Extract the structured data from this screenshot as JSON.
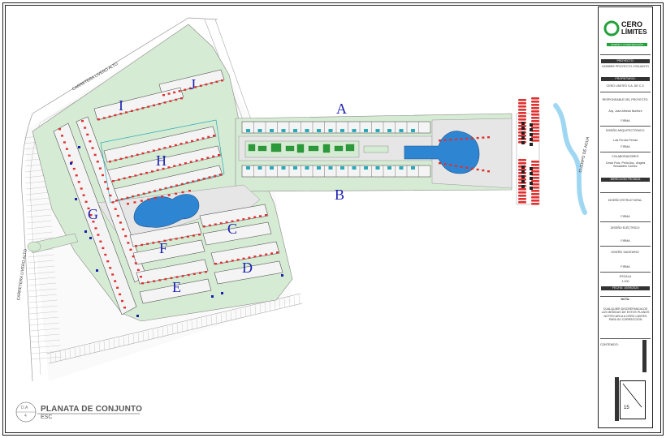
{
  "title": {
    "main": "PLANATA DE CONJUNTO",
    "scale": "ESC",
    "bubble_top": "D.A",
    "bubble_bottom": "4"
  },
  "blocks": {
    "A": "A",
    "B": "B",
    "C": "C",
    "D": "D",
    "E": "E",
    "F": "F",
    "G": "G",
    "H": "H",
    "I": "I",
    "J": "J"
  },
  "roads": {
    "top": "CARRETERA LIVERO ALTO",
    "left": "CARRETERA LIVERO ALTO",
    "river": "CUERPO DE AGUA"
  },
  "title_block": {
    "company_line1": "CERO",
    "company_line2": "LÍMITES",
    "company_tagline": "DISEÑO Y CONSTRUCCIÓN",
    "proyecto_label": "PROYECTO:",
    "proyecto_text": "NOMBRE PROYECTO CONJUNTO",
    "propietario_label": "PROPIETARIO:",
    "propietario_text": "CERO LIMITES S.A. DE C.V.",
    "responsable_label": "RESPONSABLE DEL PROYECTO:",
    "responsable_text": "Arq. Jose Alfredo Nombre",
    "firma_label": "FIRMA",
    "diseno_label": "DISEÑO ARQUITECTÓNICO:",
    "diseno_text": "Luis Fernán Ferrari",
    "firma2_label": "FIRMA",
    "colaboradores_label": "COLABORADORES:",
    "colaboradores_text": "Cesar Ruiz, Perla Arq., Angela Benavides Gómez",
    "direccion_label": "DIRECCIÓN TÉCNICA",
    "estructural_label": "DISEÑO ESTRUCTURAL:",
    "firma3_label": "FIRMA",
    "electrico_label": "DISEÑO ELÉCTRICO:",
    "firma4_label": "FIRMA",
    "sanitario_label": "DISEÑO SANITARIO:",
    "firma5_label": "FIRMA",
    "escala_label": "ESCALA",
    "escala_value": "1:100",
    "fecha_label": "FECHA: 10/09/2024",
    "nota_label": "NOTA:",
    "nota_text": "CUALQUIER DISCREPANCIA DE LAS MEDIDAS DE ESTOS PLANOS NOTIFICARLA A CERO LIMITES PARA SU CORRECCIÓN",
    "contenido_label": "CONTENIDO:",
    "sheet_number": "15"
  },
  "colors": {
    "green_area": "#d6ebd3",
    "plaza": "#e6e6e6",
    "pool": "#2e86d3",
    "building_fill": "#f4f4f4",
    "red_marks": "#e03030",
    "blue_marks": "#1a1fb0",
    "letters": "#1a1fb0",
    "logo_green": "#22a23a"
  }
}
